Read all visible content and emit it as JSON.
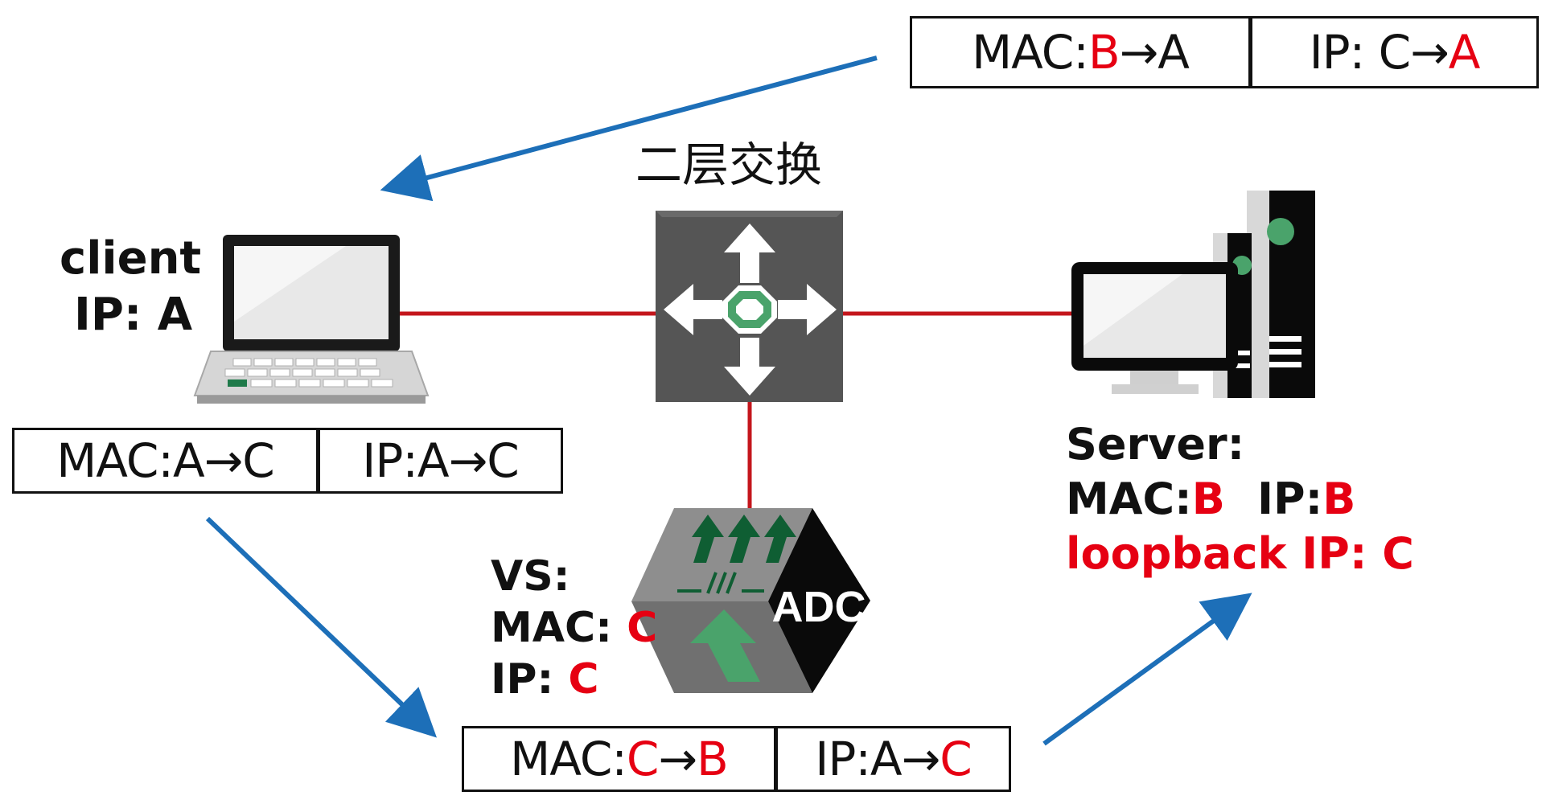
{
  "switch": {
    "label": "二层交换"
  },
  "client": {
    "name": "client",
    "ip_label": "IP: A"
  },
  "server": {
    "title": "Server:",
    "mac_key": "MAC:",
    "mac_val": "B",
    "ip_key": "IP:",
    "ip_val": "B",
    "loopback": "loopback IP: C"
  },
  "vs": {
    "title": "VS:",
    "mac_key": "MAC: ",
    "mac_val": "C",
    "ip_key": "IP: ",
    "ip_val": "C"
  },
  "adc": {
    "label": "ADC"
  },
  "packets": {
    "client_to_vs": {
      "mac": "MAC:A→C",
      "ip": "IP:A→C"
    },
    "vs_to_server": {
      "mac_key": "MAC: ",
      "mac_from": "C",
      "arrow": "→",
      "mac_to": "B",
      "ip_key": "IP:A",
      "ip_arrow": "→",
      "ip_to": "C"
    },
    "server_to_client": {
      "mac_key": "MAC: ",
      "mac_from": "B",
      "mac_rest": "→A",
      "ip_key": "IP: C→ ",
      "ip_to": "A"
    }
  },
  "colors": {
    "accent_red": "#e60012",
    "link_red": "#c4161c",
    "flow_blue": "#1d6fb8"
  }
}
